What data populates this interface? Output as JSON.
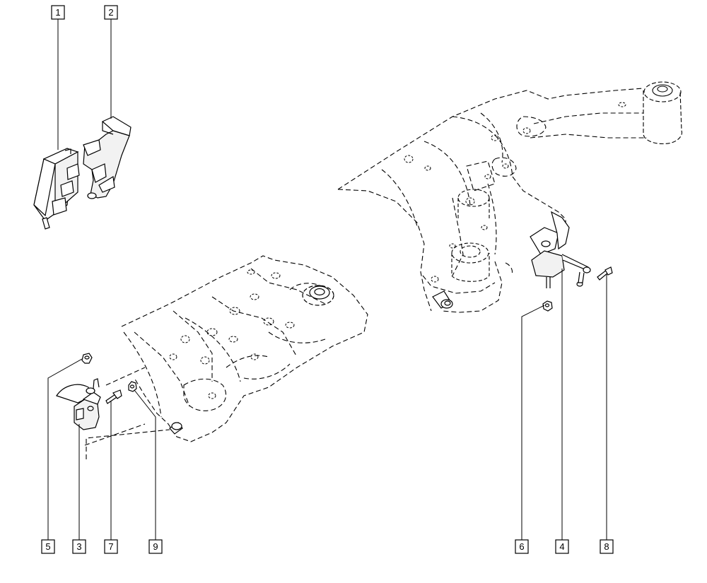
{
  "callouts": [
    {
      "id": "c1",
      "label": "1"
    },
    {
      "id": "c2",
      "label": "2"
    },
    {
      "id": "c3",
      "label": "3"
    },
    {
      "id": "c4",
      "label": "4"
    },
    {
      "id": "c5",
      "label": "5"
    },
    {
      "id": "c6",
      "label": "6"
    },
    {
      "id": "c7",
      "label": "7"
    },
    {
      "id": "c8",
      "label": "8"
    },
    {
      "id": "c9",
      "label": "9"
    }
  ],
  "colors": {
    "ink": "#000000",
    "paper": "#ffffff",
    "part_fill": "#f2f2f2"
  }
}
